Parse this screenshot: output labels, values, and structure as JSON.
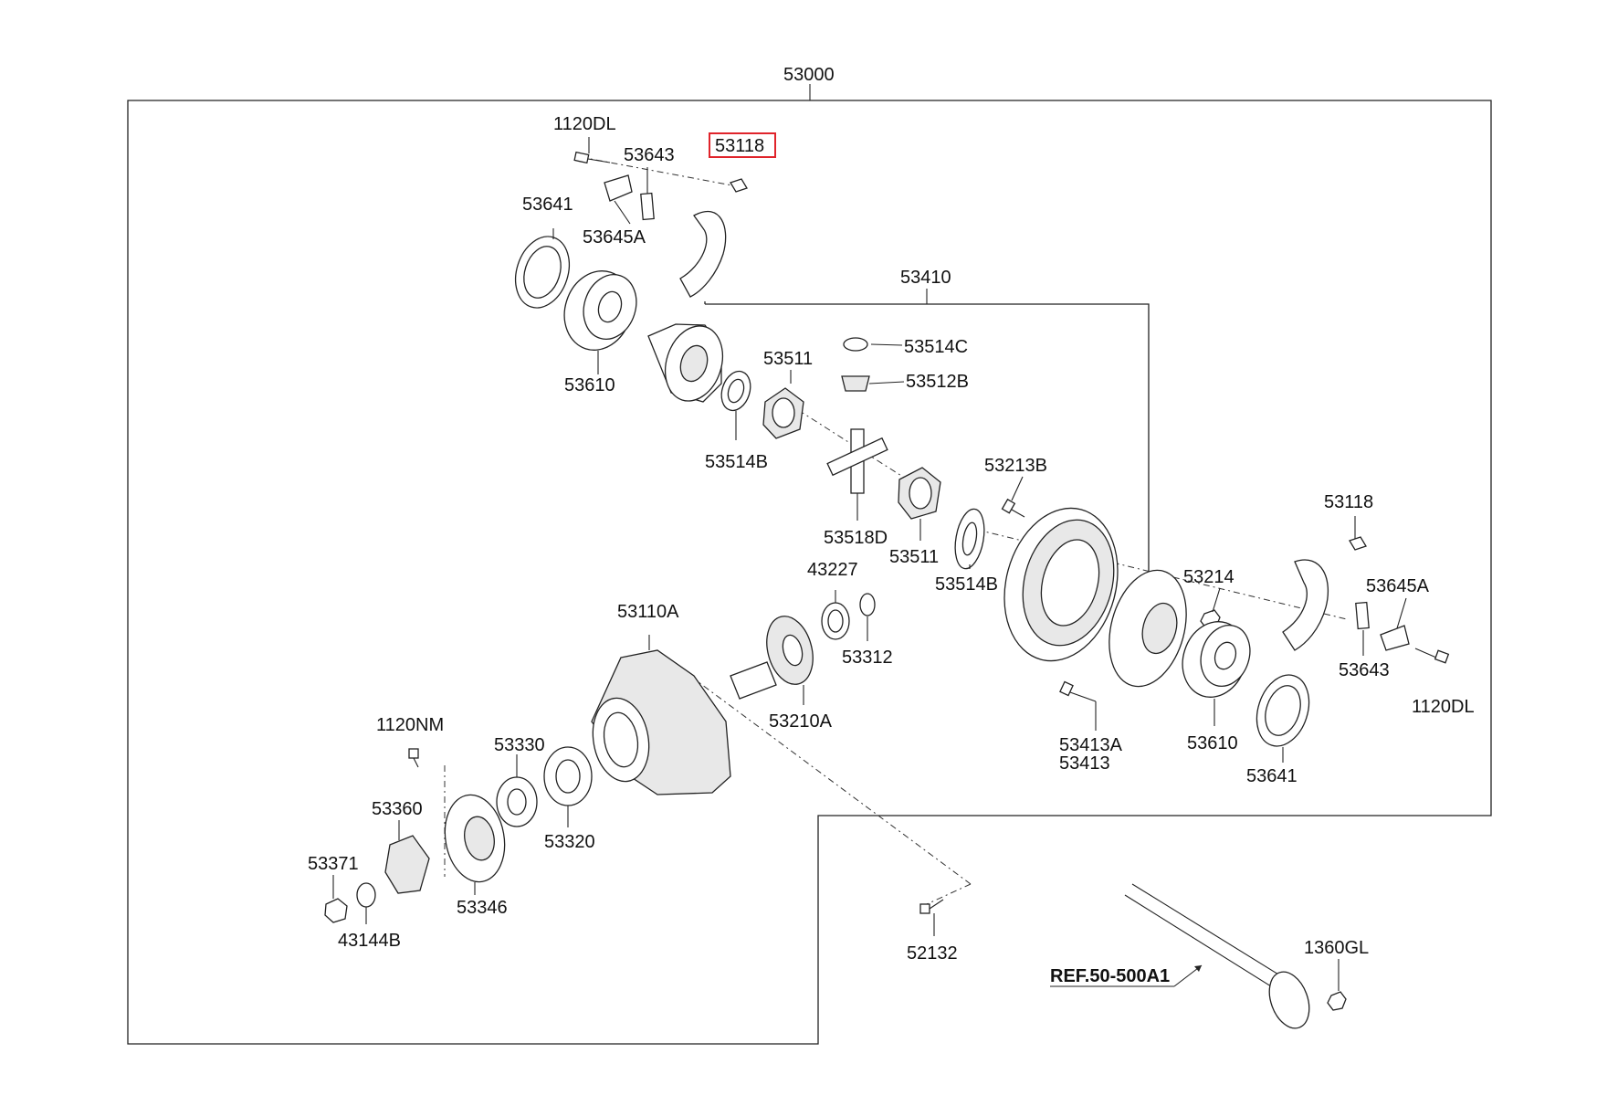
{
  "diagram": {
    "labels": {
      "assembly": "53000",
      "bolt_top": "1120DL",
      "lock_plate_top": "53643",
      "lock_pin_top": "53118",
      "cap_top": "53645A",
      "bearing_race_top": "53641",
      "bearing_top": "53610",
      "diff_case": "53410",
      "washer_top": "53514C",
      "side_gear_top": "53511",
      "pinion_gear": "53512B",
      "thrust_washer_left": "53514B",
      "cross_shaft": "53518D",
      "side_gear_bottom": "53511",
      "thrust_washer_right": "53514B",
      "ring_bolt": "53213B",
      "nut_right": "53214",
      "lock_pin_right": "53118",
      "cap_right": "53645A",
      "lock_plate_right": "53643",
      "bolt_right": "1120DL",
      "case_bolt_a": "53413A",
      "case_bolt_b": "53413",
      "bearing_right": "53610",
      "bearing_race_right": "53641",
      "carrier": "53110A",
      "bearing_small": "43227",
      "snap_ring": "53312",
      "drive_pinion": "53210A",
      "bolt_left": "1120NM",
      "bearing_front": "53330",
      "bearing_rear": "53320",
      "companion_flange": "53360",
      "oil_seal": "53346",
      "pinion_nut": "53371",
      "o_ring": "43144B",
      "carrier_bolt": "52132",
      "axle_nut": "1360GL",
      "reference": "REF.50-500A1"
    },
    "highlighted_part": "53118",
    "highlight_color": "#e0242b"
  }
}
